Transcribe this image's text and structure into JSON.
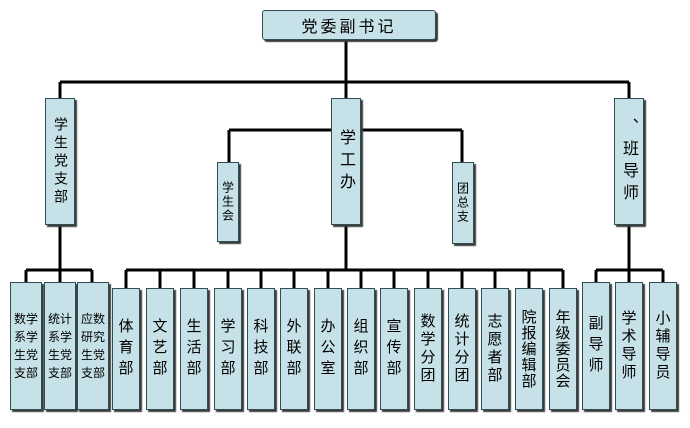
{
  "diagram": {
    "root": "党委副书记",
    "branches": [
      {
        "key": "party_branch",
        "label": "学生党支部"
      },
      {
        "key": "work_office",
        "label": "学工办"
      },
      {
        "key": "counselor",
        "label": "、班导师"
      }
    ],
    "work_office_side": [
      {
        "key": "student_union",
        "label": "学生会"
      },
      {
        "key": "league",
        "label": "团总支"
      }
    ],
    "party_children": [
      {
        "label": "数学\n系学\n生党\n支部"
      },
      {
        "label": "统计\n系学\n生党\n支部"
      },
      {
        "label": "应数\n研究\n生党\n支部"
      }
    ],
    "office_children": [
      {
        "label": "体育部"
      },
      {
        "label": "文艺部"
      },
      {
        "label": "生活部"
      },
      {
        "label": "学习部"
      },
      {
        "label": "科技部"
      },
      {
        "label": "外联部"
      },
      {
        "label": "办公室"
      },
      {
        "label": "组织部"
      },
      {
        "label": "宣传部"
      },
      {
        "label": "数学分团"
      },
      {
        "label": "统计分团"
      },
      {
        "label": "志愿者部"
      },
      {
        "label": "院报编辑部"
      },
      {
        "label": "年级委员会"
      }
    ],
    "counselor_children": [
      {
        "label": "副导师"
      },
      {
        "label": "学术导师"
      },
      {
        "label": "小辅导员"
      }
    ]
  }
}
